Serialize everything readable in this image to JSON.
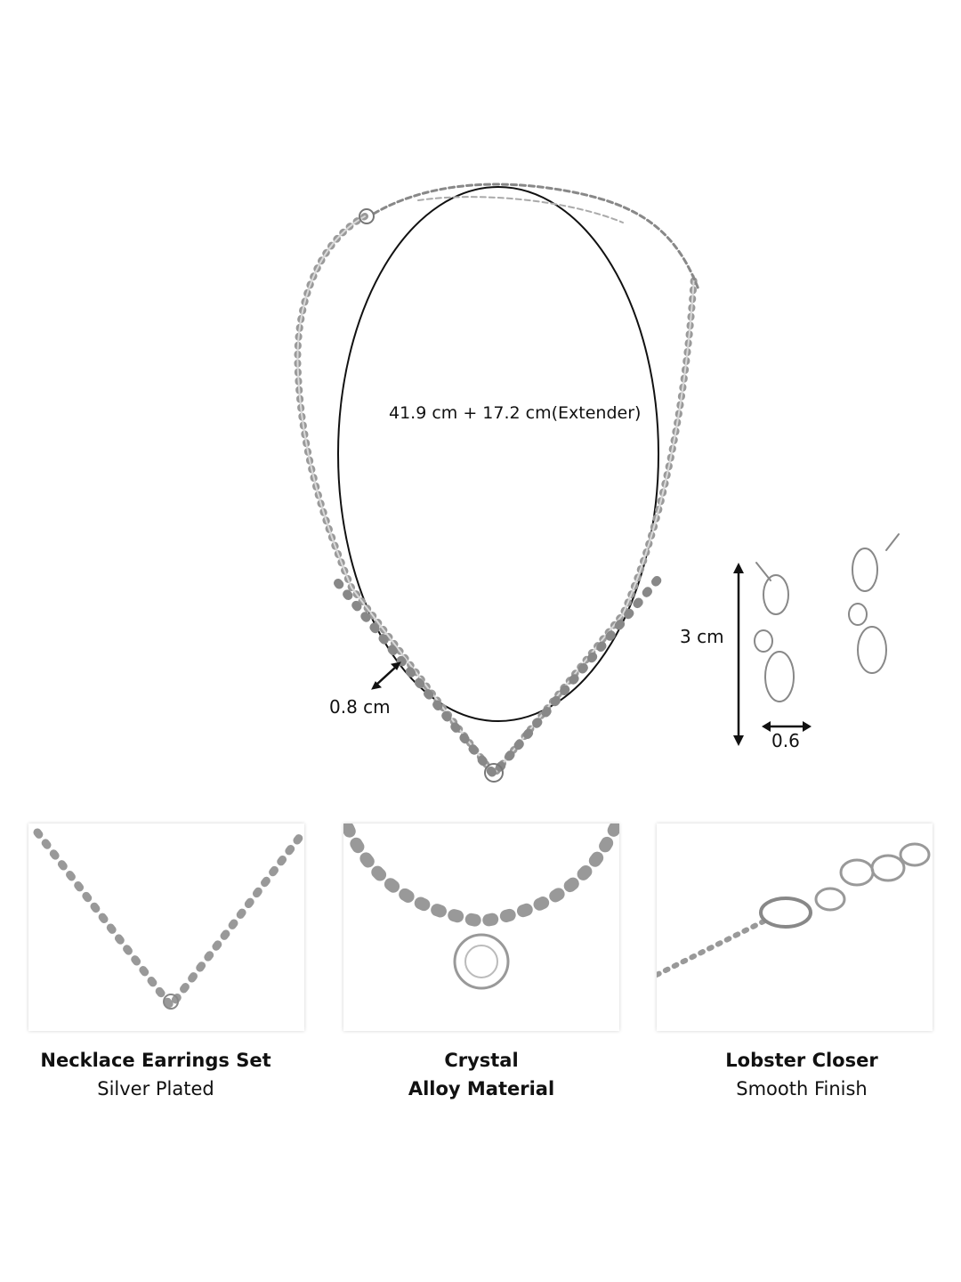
{
  "dimensions": {
    "necklace_length": "41.9 cm + 17.2 cm(Extender)",
    "necklace_width": "0.8 cm",
    "earring_length": "3 cm",
    "earring_width": "0.6"
  },
  "features": [
    {
      "title": "Necklace Earrings Set",
      "subtitle": "Silver Plated",
      "subtitle_bold": false
    },
    {
      "title": "Crystal",
      "subtitle": "Alloy Material",
      "subtitle_bold": true
    },
    {
      "title": "Lobster Closer",
      "subtitle": "Smooth Finish",
      "subtitle_bold": false
    }
  ]
}
